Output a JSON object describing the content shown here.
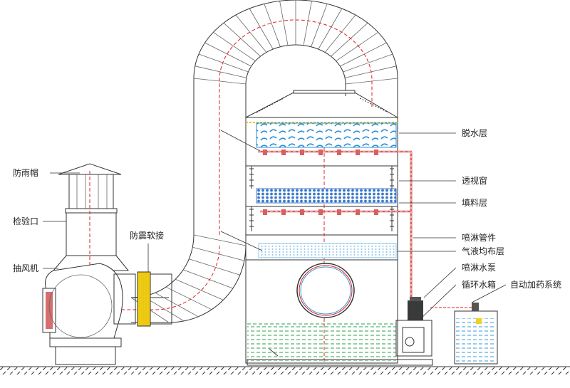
{
  "labels": {
    "rain_cap": "防雨帽",
    "inspection_port": "检验口",
    "exhaust_fan": "抽风机",
    "shockproof_joint": "防震软接",
    "demister_layer": "脱水层",
    "sight_window": "透视窗",
    "packing_layer": "填料层",
    "spray_pipe": "喷淋管件",
    "gas_liquid_layer": "气液均布层",
    "spray_pump": "喷淋水泵",
    "circulation_tank": "循环水箱",
    "dosing_system": "自动加药系统"
  },
  "colors": {
    "outline": "#333333",
    "gas_flow": "#e02020",
    "water": "#2a8fd8",
    "packing": "#3a78c8",
    "tank_water": "#2aa14a",
    "joint": "#f2d21a",
    "pipe": "#d86060"
  }
}
